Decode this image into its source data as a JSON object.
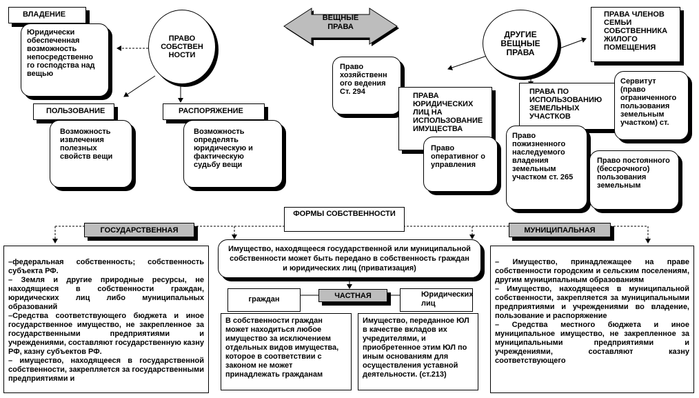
{
  "top": {
    "vladenie": {
      "title": "ВЛАДЕНИЕ",
      "text": "Юридически обеспеченная возможность непосредственно го господства над вещью"
    },
    "pravo_sobstv": "ПРАВО СОБСТВЕН НОСТИ",
    "polzovanie": {
      "title": "ПОЛЬЗОВАНИЕ",
      "text": "Возможность извлечения полезных свойств вещи"
    },
    "rasporyazhenie": {
      "title": "РАСПОРЯЖЕНИЕ",
      "text": "Возможность определять юридическую и фактическую судьбу вещи"
    },
    "veshnye_prava": "ВЕЩНЫЕ ПРАВА",
    "drugie": "ДРУГИЕ ВЕЩНЫЕ ПРАВА",
    "chleny_semi": "ПРАВА ЧЛЕНОВ СЕМЬИ СОБСТВЕННИКА ЖИЛОГО ПОМЕЩЕНИЯ",
    "khoz_vedenie": "Право хозяйственн ого ведения Ст. 294",
    "yur_lits": "ПРАВА ЮРИДИЧЕСКИХ ЛИЦ НА ИСПОЛЬЗОВАНИЕ ИМУЩЕСТВА",
    "operativnoe": "Право оперативног о управления",
    "zem_uchastki": "ПРАВА ПО ИСПОЛЬЗОВАНИЮ ЗЕМЕЛЬНЫХ УЧАСТКОВ",
    "servitut": "Сервитут (право ограниченного пользования земельным участком) ст.",
    "pozhiznennoe": "Право пожизненного наследуемого владения земельным участком ст. 265",
    "postoyannoe": "Право постоянного (бессрочного) пользования земельным"
  },
  "bottom": {
    "formy": "ФОРМЫ СОБСТВЕННОСТИ",
    "gos": "ГОСУДАРСТВЕННАЯ",
    "mun": "МУНИЦИПАЛЬНАЯ",
    "chast": "ЧАСТНАЯ",
    "grazhdan": "граждан",
    "yurlits": "Юридических лиц",
    "privatizatsiya": "Имущество, находящееся государственной или муниципальной собственности может быть передано в собственность граждан и юридических лиц (приватизация)",
    "gos_text": "–федеральная собственность; собственность субъекта РФ.\n– Земля и другие природные ресурсы, не находящиеся в собственности граждан, юридических лиц либо муниципальных образований\n–Средства соответствующего бюджета и иное государственное имущество, не закрепленное за государственными предприятиями и учреждениями, составляют государственную казну РФ, казну субъектов РФ.\n– имущество, находящееся в государственной собственности, закрепляется за государственными предприятиями и",
    "grazhdan_text": "В собственности граждан может находиться любое имущество за исключением отдельных видов имущества, которое в соответствии с законом не может принадлежать гражданам",
    "yurlits_text": "Имущество, переданное ЮЛ в качестве вкладов их учредителями, и приобретенное этим ЮЛ по иным основаниям для осуществления уставной деятельности. (ст.213)",
    "mun_text": "– Имущество, принадлежащее на праве собственности городским и сельским поселениям, другим муниципальным образованиям\n– Имущество, находящееся в муниципальной собственности, закрепляется за муниципальными предприятиями и учреждениями во владение, пользование и распоряжение\n– Средства местного бюджета и иное муниципальное имущество, не закрепленное за муниципальными предприятиями и учреждениями, составляют казну соответствующего"
  }
}
